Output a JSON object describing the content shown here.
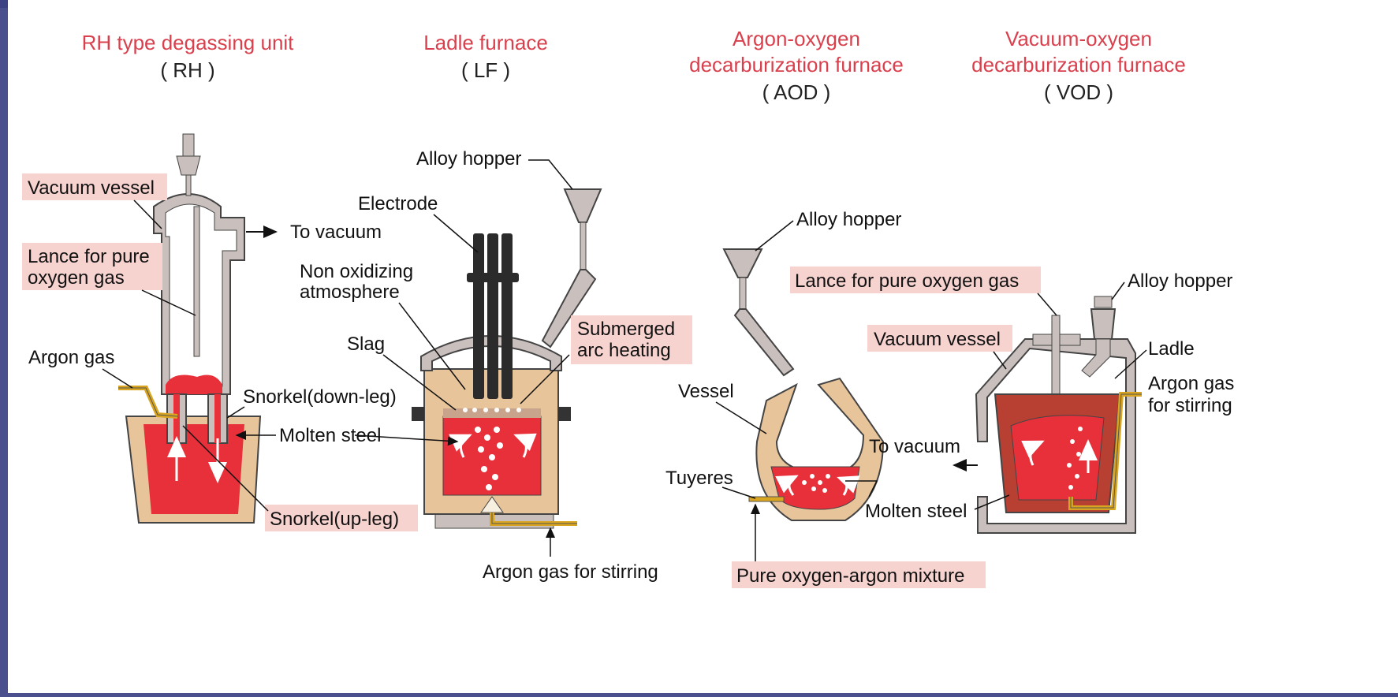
{
  "units": [
    {
      "id": "rh",
      "title_lines": [
        "RH type degassing unit"
      ],
      "abbr": "( RH )",
      "labels": {
        "vacuum_vessel": "Vacuum vessel",
        "to_vacuum": "To vacuum",
        "lance_line1": "Lance for pure",
        "lance_line2": "oxygen gas",
        "argon_gas": "Argon gas",
        "snorkel_down": "Snorkel(down-leg)",
        "molten_steel": "Molten steel",
        "snorkel_up": "Snorkel(up-leg)"
      }
    },
    {
      "id": "lf",
      "title_lines": [
        "Ladle furnace"
      ],
      "abbr": "( LF )",
      "labels": {
        "alloy_hopper": "Alloy hopper",
        "electrode": "Electrode",
        "non_ox_line1": "Non oxidizing",
        "non_ox_line2": "atmosphere",
        "slag": "Slag",
        "submerged_line1": "Submerged",
        "submerged_line2": "arc heating",
        "argon_stirring": "Argon gas for stirring"
      }
    },
    {
      "id": "aod",
      "title_lines": [
        "Argon-oxygen",
        "decarburization furnace"
      ],
      "abbr": "( AOD )",
      "labels": {
        "alloy_hopper": "Alloy hopper",
        "vessel": "Vessel",
        "tuyeres": "Tuyeres",
        "molten_steel": "Molten steel",
        "pure_mixture": "Pure oxygen-argon mixture"
      }
    },
    {
      "id": "vod",
      "title_lines": [
        "Vacuum-oxygen",
        "decarburization furnace"
      ],
      "abbr": "( VOD )",
      "labels": {
        "lance": "Lance for pure oxygen gas",
        "alloy_hopper": "Alloy hopper",
        "vacuum_vessel": "Vacuum vessel",
        "ladle": "Ladle",
        "argon_line1": "Argon gas",
        "argon_line2": "for stirring",
        "to_vacuum": "To vacuum"
      }
    }
  ],
  "colors": {
    "title": "#d9404d",
    "molten": "#e8303b",
    "refractory": "#e8c49a",
    "vessel_gray": "#c9bfbd",
    "label_highlight": "#f7d3d0",
    "electrode": "#2b2b2b",
    "gas_pipe": "#d9a520",
    "ladle_wall": "#b84032"
  }
}
